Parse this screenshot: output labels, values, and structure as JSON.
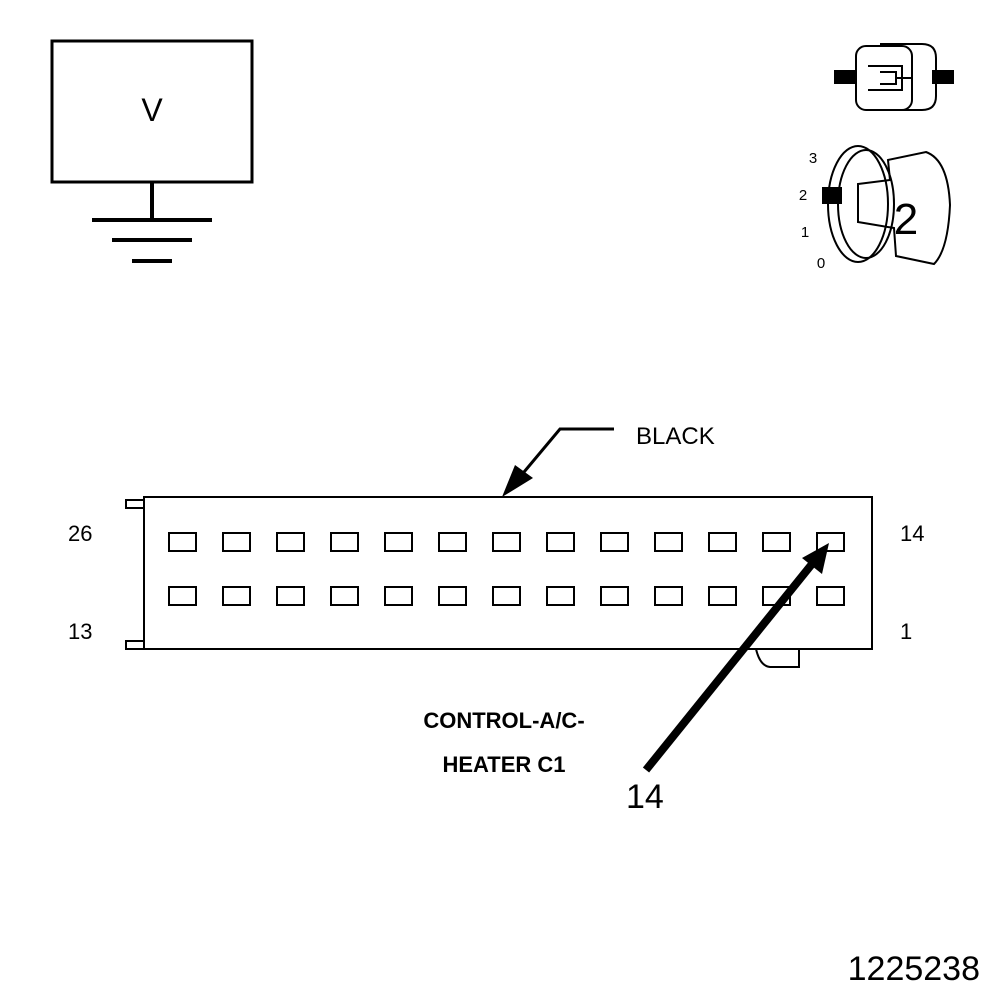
{
  "voltmeter": {
    "symbol": "V"
  },
  "ignition": {
    "positions": [
      "3",
      "2",
      "1",
      "0"
    ],
    "selected": "2"
  },
  "connector": {
    "color_label": "BLACK",
    "pin_labels": {
      "top_left": "26",
      "bottom_left": "13",
      "top_right": "14",
      "bottom_right": "1"
    },
    "top_row_count": 13,
    "bottom_row_count": 13,
    "name_line1": "CONTROL-A/C-",
    "name_line2": "HEATER C1",
    "probe_pin": "14"
  },
  "figure_id": "1225238"
}
